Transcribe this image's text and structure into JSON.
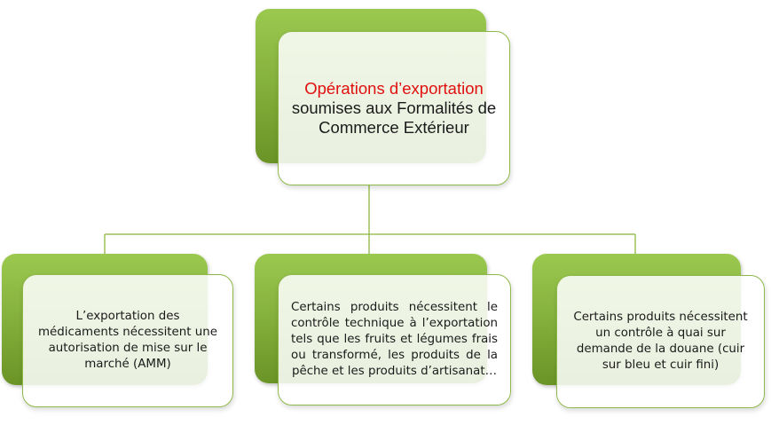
{
  "root": {
    "highlight": "Opérations d’exportation",
    "rest_line1": "soumises aux Formalités de",
    "rest_line2": "Commerce Extérieur"
  },
  "children": [
    {
      "text": "L’exportation des médicaments nécessitent une autorisation de mise sur le marché (AMM)"
    },
    {
      "text": "Certains produits nécessitent le contrôle technique à l’exportation tels que les fruits et légumes frais ou transformé, les produits de la pêche et les produits d’artisanat…"
    },
    {
      "text": "Certains produits nécessitent un contrôle à quai sur demande de la douane (cuir sur bleu et cuir fini)"
    }
  ],
  "colors": {
    "accent_green": "#86b23e",
    "connector": "#9cc25a",
    "highlight_red": "#e01010"
  }
}
